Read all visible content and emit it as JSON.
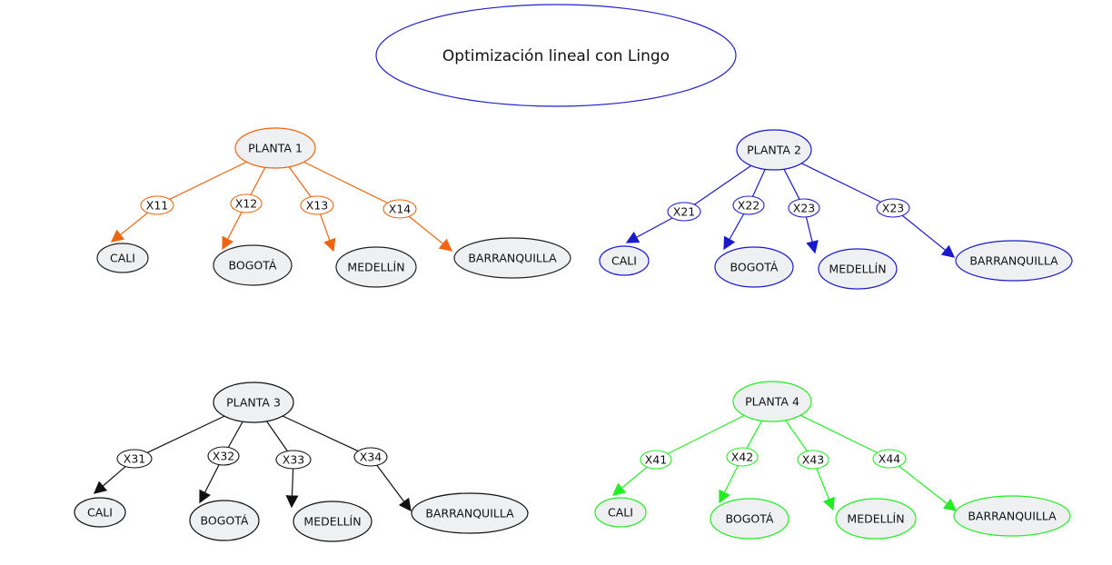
{
  "title": "Optimización lineal con Lingo",
  "colors": {
    "title_stroke": "#2222cc",
    "node_fill": "#eef0f2",
    "text": "#111111"
  },
  "plants": [
    {
      "id": "p1",
      "name": "PLANTA 1",
      "color": "#ee6611",
      "node_fill": "#eef0f2",
      "dest_stroke": "#222222",
      "variables": [
        "X11",
        "X12",
        "X13",
        "X14"
      ],
      "destinations": [
        "CALI",
        "BOGOTÁ",
        "MEDELLÍN",
        "BARRANQUILLA"
      ]
    },
    {
      "id": "p2",
      "name": "PLANTA 2",
      "color": "#1a1acc",
      "node_fill": "#eef0f2",
      "dest_stroke": "#1a1acc",
      "variables": [
        "X21",
        "X22",
        "X23",
        "X23"
      ],
      "destinations": [
        "CALI",
        "BOGOTÁ",
        "MEDELLÍN",
        "BARRANQUILLA"
      ]
    },
    {
      "id": "p3",
      "name": "PLANTA 3",
      "color": "#111111",
      "node_fill": "#eef0f2",
      "dest_stroke": "#111111",
      "variables": [
        "X31",
        "X32",
        "X33",
        "X34"
      ],
      "destinations": [
        "CALI",
        "BOGOTÁ",
        "MEDELLÍN",
        "BARRANQUILLA"
      ]
    },
    {
      "id": "p4",
      "name": "PLANTA 4",
      "color": "#22ee22",
      "node_fill": "#eef0f2",
      "dest_stroke": "#22ee22",
      "variables": [
        "X41",
        "X42",
        "X43",
        "X44"
      ],
      "destinations": [
        "CALI",
        "BOGOTÁ",
        "MEDELLÍN",
        "BARRANQUILLA"
      ]
    }
  ]
}
